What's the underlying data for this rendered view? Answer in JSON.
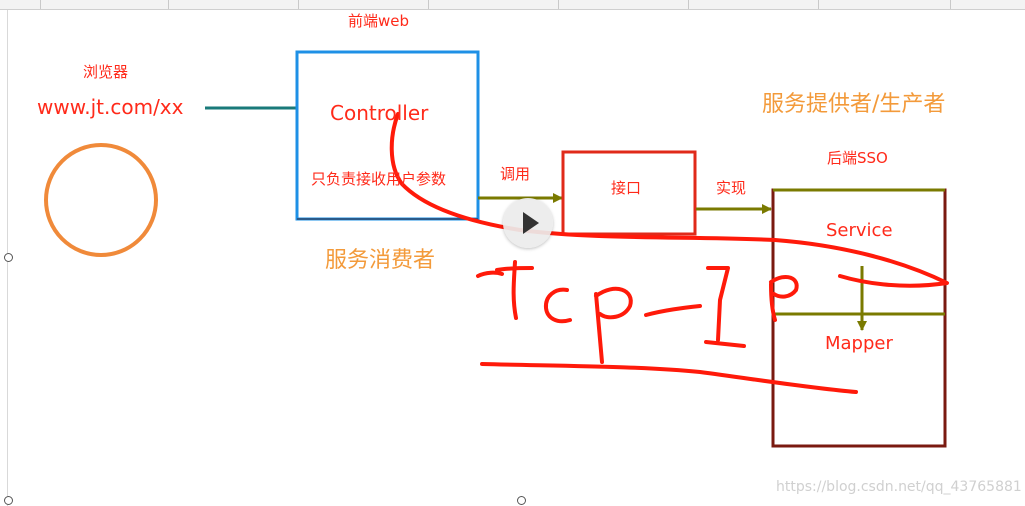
{
  "diagram": {
    "browser": {
      "caption": "浏览器",
      "url": "www.jt.com/xx"
    },
    "frontend": {
      "caption": "前端web",
      "controller_label": "Controller",
      "controller_note": "只负责接收用户参数",
      "consumer_caption": "服务消费者"
    },
    "call_label": "调用",
    "interface_label": "接口",
    "implement_label": "实现",
    "backend": {
      "provider_caption": "服务提供者/生产者",
      "caption": "后端SSO",
      "service_label": "Service",
      "mapper_label": "Mapper"
    },
    "annotation": {
      "handwritten_text": "tcp-ip"
    },
    "colors": {
      "red": "#ff2a1a",
      "orange": "#f39a3a",
      "blue_box": "#1e90e6",
      "olive_arrow": "#7a7a00",
      "teal_arrow": "#1a7a7a",
      "dark_red_box": "#7a1a10"
    }
  },
  "video": {
    "play_icon": "play-icon"
  },
  "watermark": "https://blog.csdn.net/qq_43765881"
}
